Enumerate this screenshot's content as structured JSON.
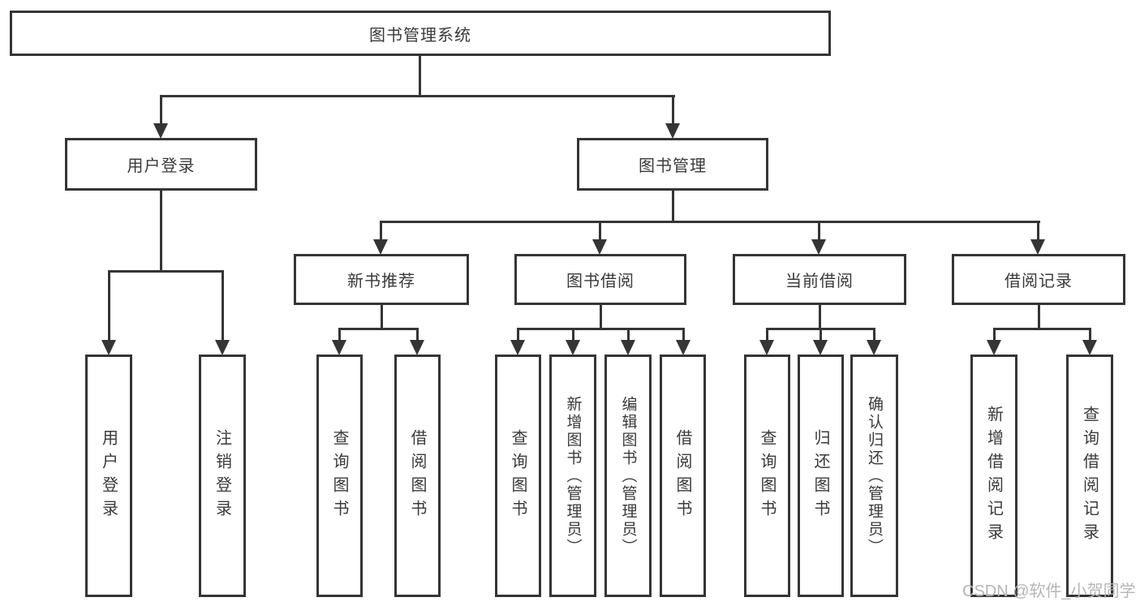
{
  "root": {
    "label": "图书管理系统"
  },
  "level2": [
    {
      "label": "用户登录"
    },
    {
      "label": "图书管理"
    }
  ],
  "level3": [
    {
      "label": "新书推荐"
    },
    {
      "label": "图书借阅"
    },
    {
      "label": "当前借阅"
    },
    {
      "label": "借阅记录"
    }
  ],
  "leaves": {
    "user_login": [
      "用户登录",
      "注销登录"
    ],
    "new_book_recommend": [
      "查询图书",
      "借阅图书"
    ],
    "book_borrowing": [
      "查询图书",
      "新增图书（管理员）",
      "编辑图书（管理员）",
      "借阅图书"
    ],
    "current_borrowing": [
      "查询图书",
      "归还图书",
      "确认归还（管理员）"
    ],
    "borrowing_records": [
      "新增借阅记录",
      "查询借阅记录"
    ]
  },
  "watermark": "CSDN @软件_小贺同学",
  "colors": {
    "line": "#353535",
    "text": "#3a3a3a",
    "watermark": "#b5b5b5",
    "background": "#ffffff"
  }
}
